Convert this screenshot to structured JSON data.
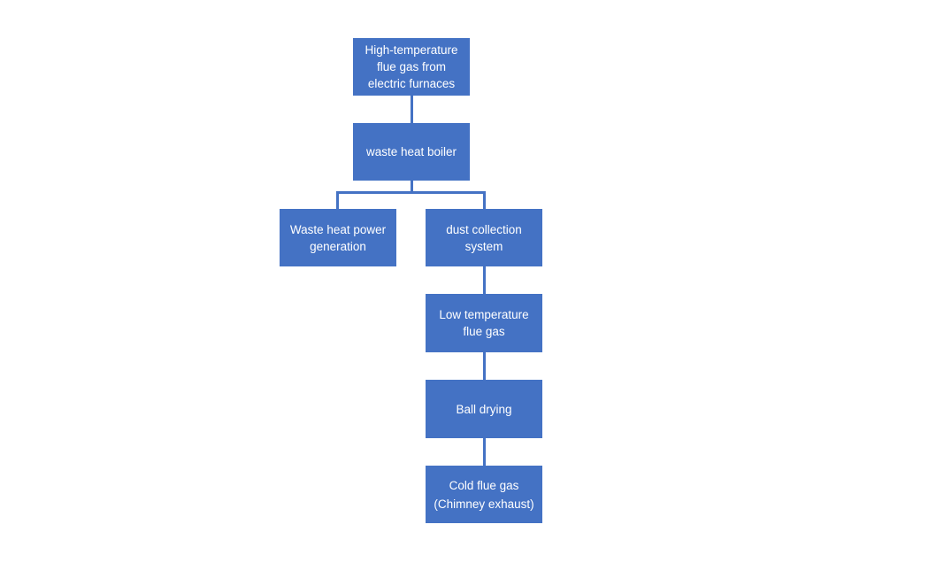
{
  "diagram": {
    "colors": {
      "box": "#4472c4",
      "text": "#ffffff",
      "connector": "#4472c4"
    },
    "nodes": {
      "high_temp_gas": {
        "lines": [
          "High-temperature",
          "flue gas from",
          "electric furnaces"
        ]
      },
      "waste_heat_boiler": {
        "lines": [
          "waste heat boiler"
        ]
      },
      "power_generation": {
        "lines": [
          "Waste heat power",
          "generation"
        ]
      },
      "dust_collection": {
        "lines": [
          "dust collection",
          "system"
        ]
      },
      "low_temp_gas": {
        "lines": [
          "Low temperature",
          "flue gas"
        ]
      },
      "ball_drying": {
        "lines": [
          "Ball drying"
        ]
      },
      "cold_flue_gas": {
        "lines": [
          "Cold flue gas",
          "(Chimney exhaust)"
        ]
      }
    }
  }
}
